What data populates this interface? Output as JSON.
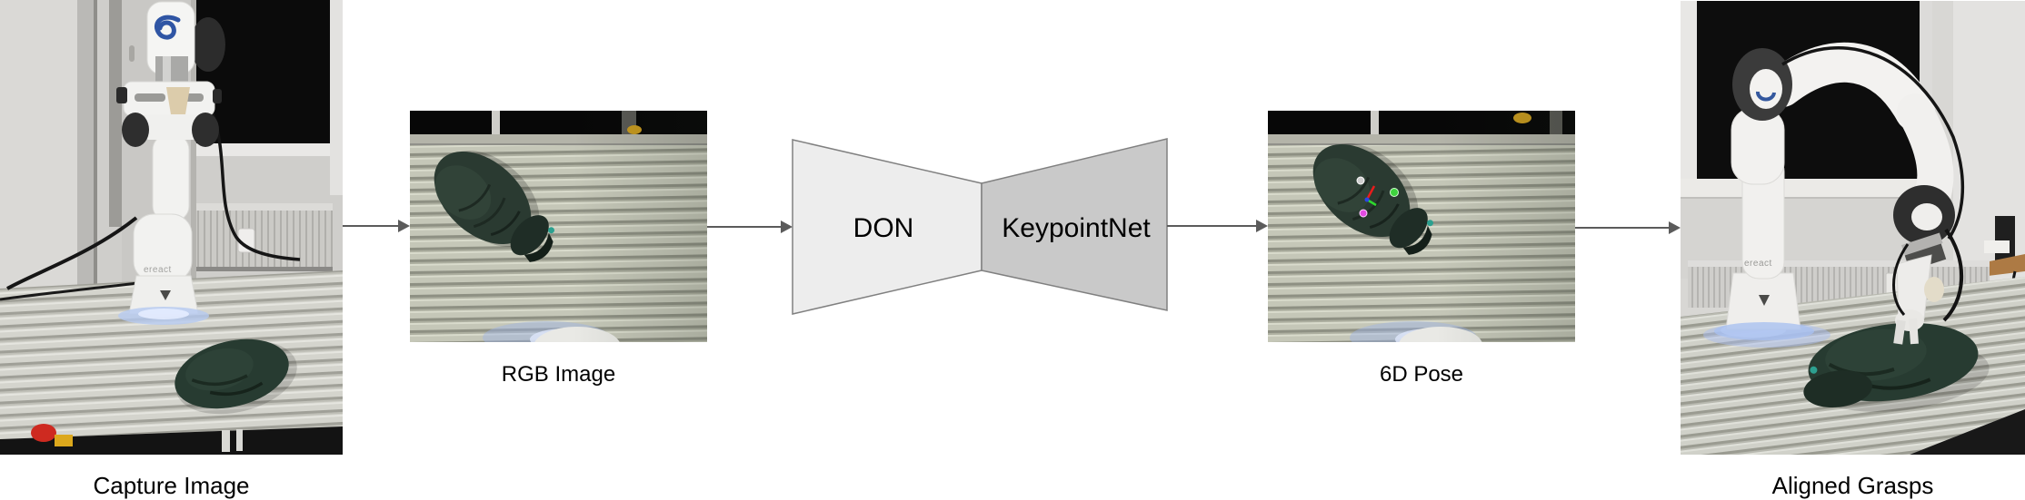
{
  "pipeline": {
    "captions": {
      "capture": "Capture Image",
      "rgb": "RGB Image",
      "pose": "6D Pose",
      "grasps": "Aligned Grasps"
    },
    "nodes": {
      "don": "DON",
      "keypointnet": "KeypointNet"
    },
    "flow": [
      "Capture Image",
      "RGB Image",
      "DON",
      "KeypointNet",
      "6D Pose",
      "Aligned Grasps"
    ],
    "photo_text": {
      "robot_base_left": "ereact",
      "robot_base_right": "ereact"
    },
    "colors": {
      "don_fill": "#ededed",
      "keypointnet_fill": "#c9c9c9",
      "node_border": "#808080",
      "arrow": "#5b5b5b",
      "cap_green": "#273b31",
      "keypoint_gray": "#cfcfcf",
      "keypoint_green": "#3ed43e",
      "keypoint_magenta": "#e24ae2",
      "axis_x_red": "#e81c1c",
      "axis_y_green": "#2ed82e",
      "axis_z_blue": "#2a46e8"
    }
  }
}
